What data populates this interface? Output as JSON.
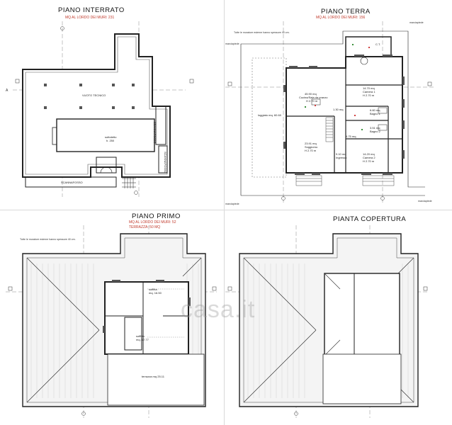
{
  "plans": {
    "interrato": {
      "title": "PIANO  INTERRATO",
      "subtitle": "MQ AL LORDO DEI MURI: 231",
      "room_main": "VUOTO TECNICO",
      "room_center_1": "sottotetto",
      "room_center_2": "h. 250",
      "room_side_1": "SCANNAFOSSO",
      "room_side_2": "SCANNAFOSSO",
      "room_bottom": "SCANNAFOSSO"
    },
    "terra": {
      "title": "PIANO  TERRA",
      "subtitle": "MQ AL LORDO DEI MURI: 156",
      "note": "Tutte le murature esterne hanno spessore 40 cm.",
      "room_portico": "loggiato mq. 60.60",
      "room_kitchen_1": "45.90 mq",
      "room_kitchen_2": "Cucina/Sala da pranzo",
      "room_kitchen_3": "H 2.70 m",
      "room_living_1": "23.91 mq",
      "room_living_2": "Soggiorno",
      "room_living_3": "H 2.70 m",
      "room_hall_1": "9.10 mq",
      "room_hall_2": "Ingresso",
      "room_stairs": "1.30 mq",
      "room_ripost": "4.75 mq",
      "room_bed1_1": "14.70 mq",
      "room_bed1_2": "Camera 1",
      "room_bed1_3": "H 2.70 m",
      "room_bath1_1": "6.60 mq",
      "room_bath1_2": "Bagno 1",
      "room_bath2_1": "3.51 mq",
      "room_bath2_2": "Bagno 2",
      "room_bed2_1": "14.20 mq",
      "room_bed2_2": "Camera 2",
      "room_bed2_3": "H 2.70 m",
      "room_ct": "C.T.",
      "label_marciapiede_tl": "marciapiede",
      "label_marciapiede_bl": "marciapiede",
      "label_marciapiede_tr": "marciapiede",
      "label_marciapiede_br": "marciapiede"
    },
    "primo": {
      "title": "PIANO  PRIMO",
      "subtitle_1": "MQ AL LORDO DEI MURI: 52",
      "subtitle_2": "TERRAZZA: 50 MQ",
      "note": "Tutte le murature esterne hanno spessore 40 cm.",
      "room_main_1": "soffitta",
      "room_main_2": "mq. 16.50",
      "room_small_1": "soffitta",
      "room_small_2": "mq. 17.77",
      "room_terrace": "terrazza mq 25.11"
    },
    "copertura": {
      "title": "PIANTA COPERTURA"
    }
  },
  "section_marks": {
    "a": "A",
    "b": "B",
    "c": "C",
    "d": "D"
  },
  "watermark": "casa.it",
  "colors": {
    "line": "#222222",
    "light_line": "#888888",
    "subtitle": "#c0392b",
    "accent_green": "#3a8f3a",
    "accent_red": "#d04040"
  }
}
